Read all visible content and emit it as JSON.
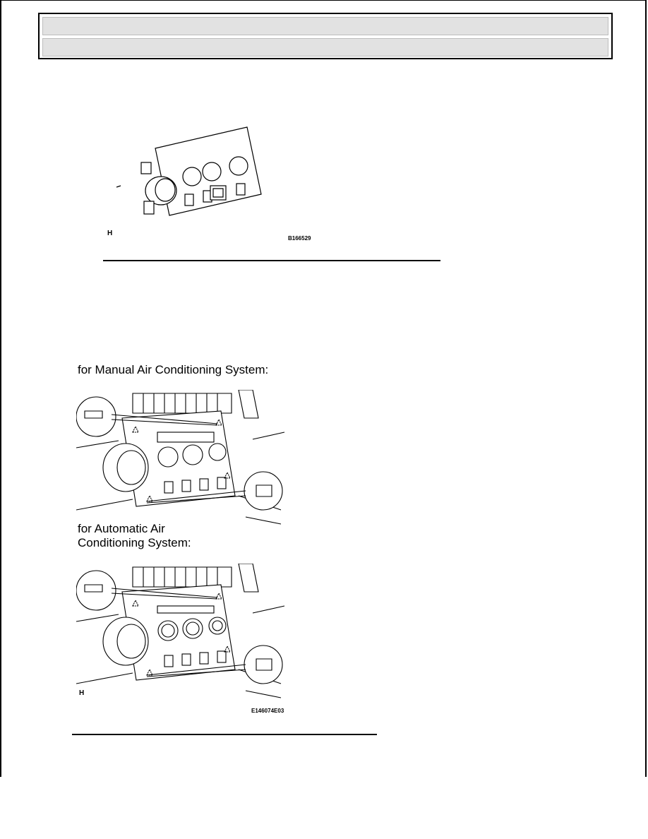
{
  "figure1": {
    "marker": "H",
    "code": "B166529"
  },
  "figure2": {
    "caption_manual": "for Manual Air Conditioning System:",
    "caption_auto_line1": "for Automatic Air",
    "caption_auto_line2": "Conditioning System:",
    "marker": "H",
    "code": "E146074E03"
  }
}
